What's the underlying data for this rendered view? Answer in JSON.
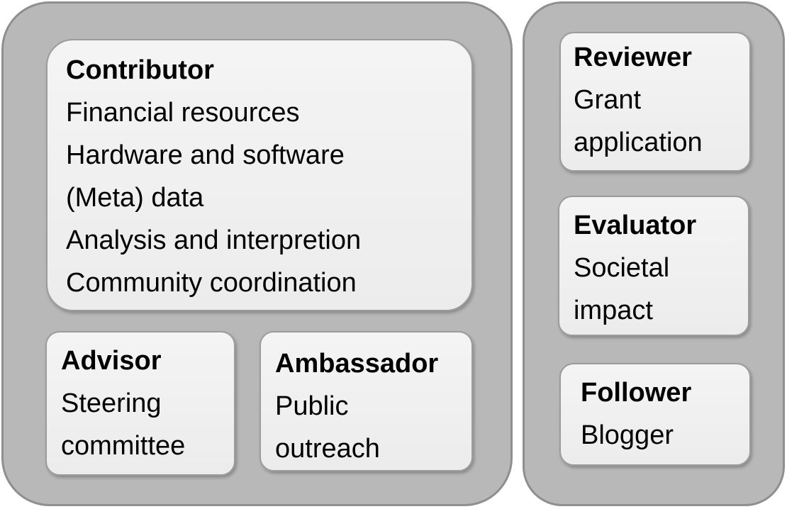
{
  "roles": {
    "contributor": {
      "title": "Contributor",
      "lines": [
        "Financial resources",
        "Hardware and software",
        "(Meta) data",
        "Analysis and interpretion",
        "Community coordination"
      ]
    },
    "advisor": {
      "title": "Advisor",
      "lines": [
        "Steering",
        "committee"
      ]
    },
    "ambassador": {
      "title": "Ambassador",
      "lines": [
        "Public",
        "outreach"
      ]
    },
    "reviewer": {
      "title": "Reviewer",
      "lines": [
        "Grant",
        "application"
      ]
    },
    "evaluator": {
      "title": "Evaluator",
      "lines": [
        "Societal",
        "impact"
      ]
    },
    "follower": {
      "title": "Follower",
      "lines": [
        "Blogger"
      ]
    }
  },
  "colors": {
    "group_fill": "#b8b8b8",
    "group_border": "#8f8f8f",
    "card_fill": "#f0f0f0",
    "card_border": "#9c9c9c",
    "text": "#000000"
  }
}
